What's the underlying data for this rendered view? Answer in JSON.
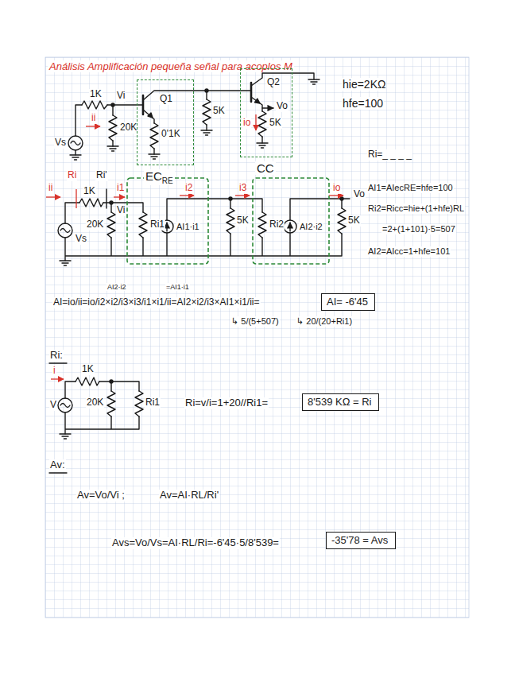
{
  "diagram": {
    "title": "Análisis Amplificación pequeña señal para acoplos M",
    "nodes": [
      {
        "text": [
          "EC",
          "RE"
        ]
      },
      {
        "text": [
          "CC"
        ]
      },
      {
        "text": [
          "AI= -6'45"
        ]
      },
      {
        "text": [
          "8'539 KΩ = Ri"
        ]
      },
      {
        "text": [
          "-35'78 = Avs"
        ]
      }
    ],
    "labels": [
      "1K",
      "Vi",
      "ii",
      "Vs",
      "20K",
      "Q1",
      "0'1K",
      "5K",
      "Q2",
      "Vo",
      "io",
      "5K",
      "hie=2KΩ",
      "hfe=100",
      "Ri=_ _ _ _",
      "Ri",
      "Ri'",
      "ii",
      "1K",
      "Vi",
      "i1",
      "20K",
      "Vs",
      "Ri1",
      "i2",
      "AI1·i1",
      "5K",
      "i3",
      "Ri2",
      "AI2·i2",
      "io",
      "Vo",
      "5K",
      "AI1=AIecRE=hfe=100",
      "Ri2=Ricc=hie+(1+hfe)RL",
      "=2+(1+101)·5=507",
      "AI2=AIcc=1+hfe=101",
      "AI2·i2",
      "=AI1·i1",
      "AI=io/ii=io/i2×i2/i3×i3/i1×i1/ii=AI2×i2/i3×AI1×i1/ii=",
      "↳ 5/(5+507)",
      "↳ 20/(20+Ri1)",
      "Ri:",
      "i",
      "1K",
      "V",
      "20K",
      "Ri1",
      "Ri=v/i=1+20//Ri1=",
      "Av:",
      "Av=Vo/Vi ;",
      "Av=AI·RL/Ri'",
      "Avs=Vo/Vs=AI·RL/Ri=-6'45·5/8'539="
    ]
  }
}
